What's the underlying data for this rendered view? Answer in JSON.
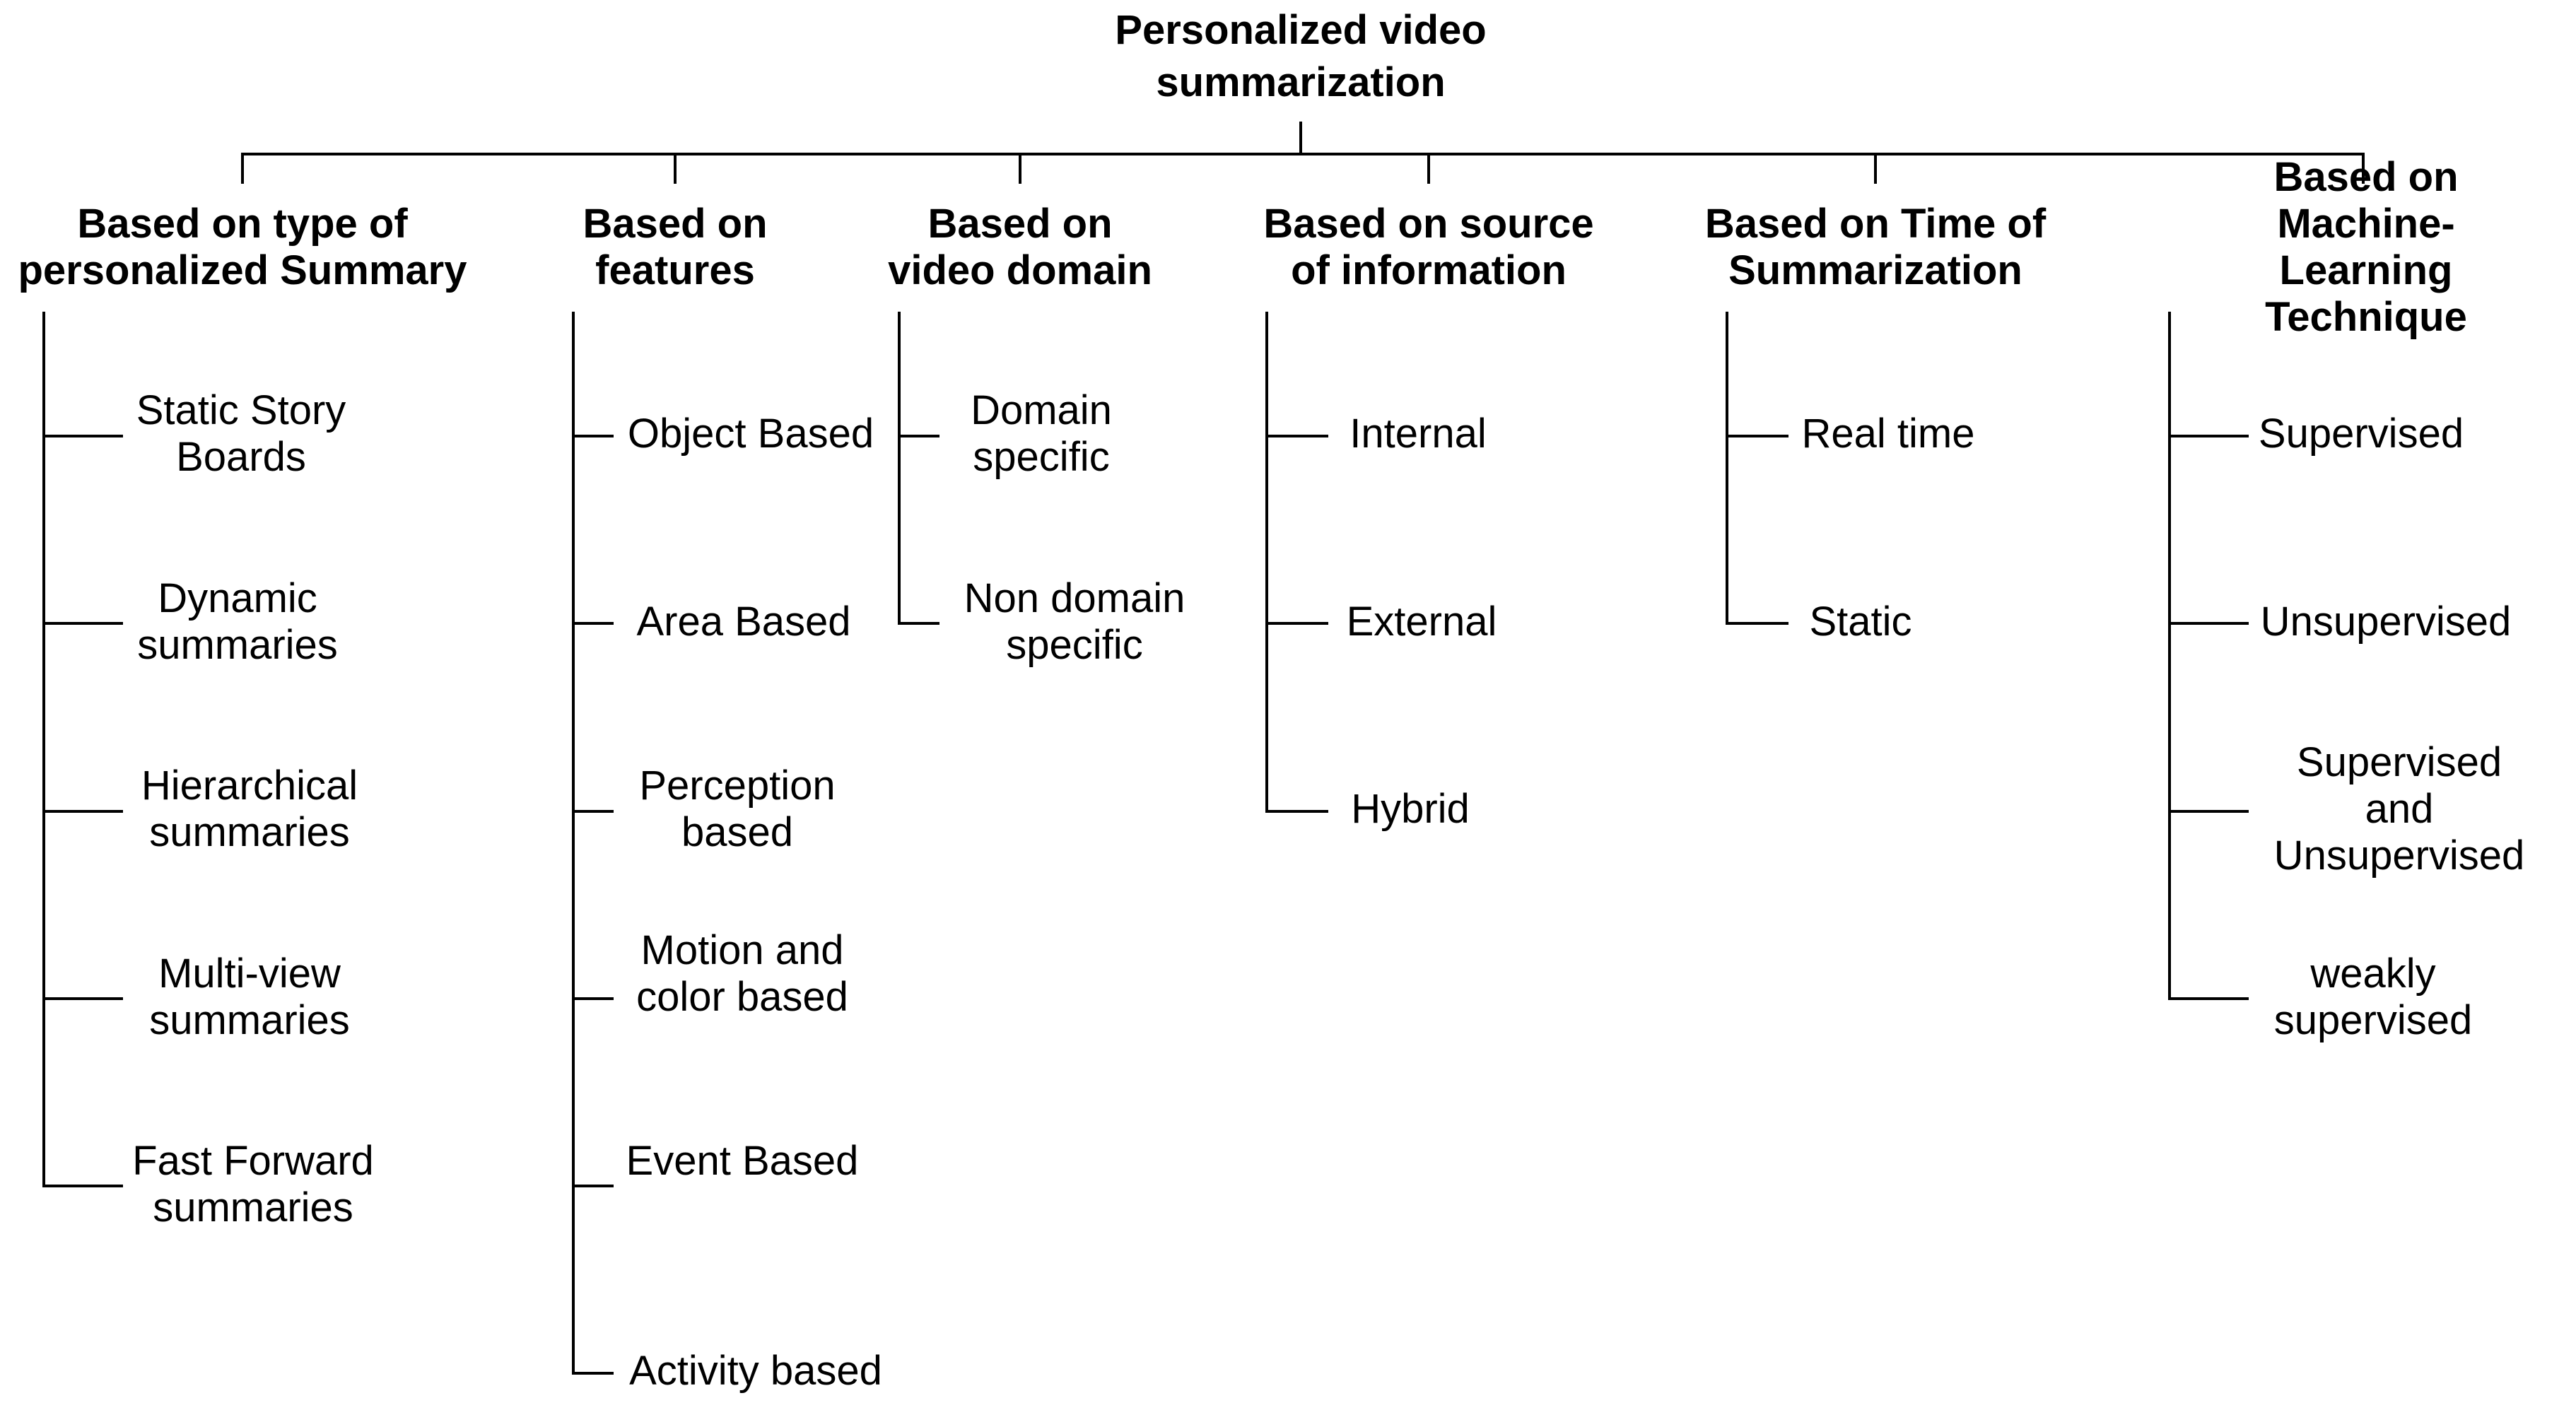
{
  "diagram": {
    "root": "Personalized video\nsummarization",
    "categories": [
      {
        "title": "Based on type of\npersonalized Summary",
        "items": [
          "Static Story\nBoards",
          "Dynamic\nsummaries",
          "Hierarchical\nsummaries",
          "Multi-view\nsummaries",
          "Fast Forward\nsummaries"
        ]
      },
      {
        "title": "Based on\nfeatures",
        "items": [
          "Object Based",
          "Area Based",
          "Perception\nbased",
          "Motion and\ncolor based",
          "Event Based",
          "Activity based"
        ]
      },
      {
        "title": "Based on\nvideo domain",
        "items": [
          "Domain\nspecific",
          "Non domain\nspecific"
        ]
      },
      {
        "title": "Based on source\nof information",
        "items": [
          "Internal",
          "External",
          "Hybrid"
        ]
      },
      {
        "title": "Based on Time of\nSummarization",
        "items": [
          "Real time",
          "Static"
        ]
      },
      {
        "title": "Based on Machine-\nLearning Technique",
        "items": [
          "Supervised",
          "Unsupervised",
          "Supervised and\nUnsupervised",
          "weakly\nsupervised"
        ]
      }
    ]
  },
  "colors": {
    "line": "#000000",
    "text": "#000000",
    "background": "#ffffff"
  }
}
